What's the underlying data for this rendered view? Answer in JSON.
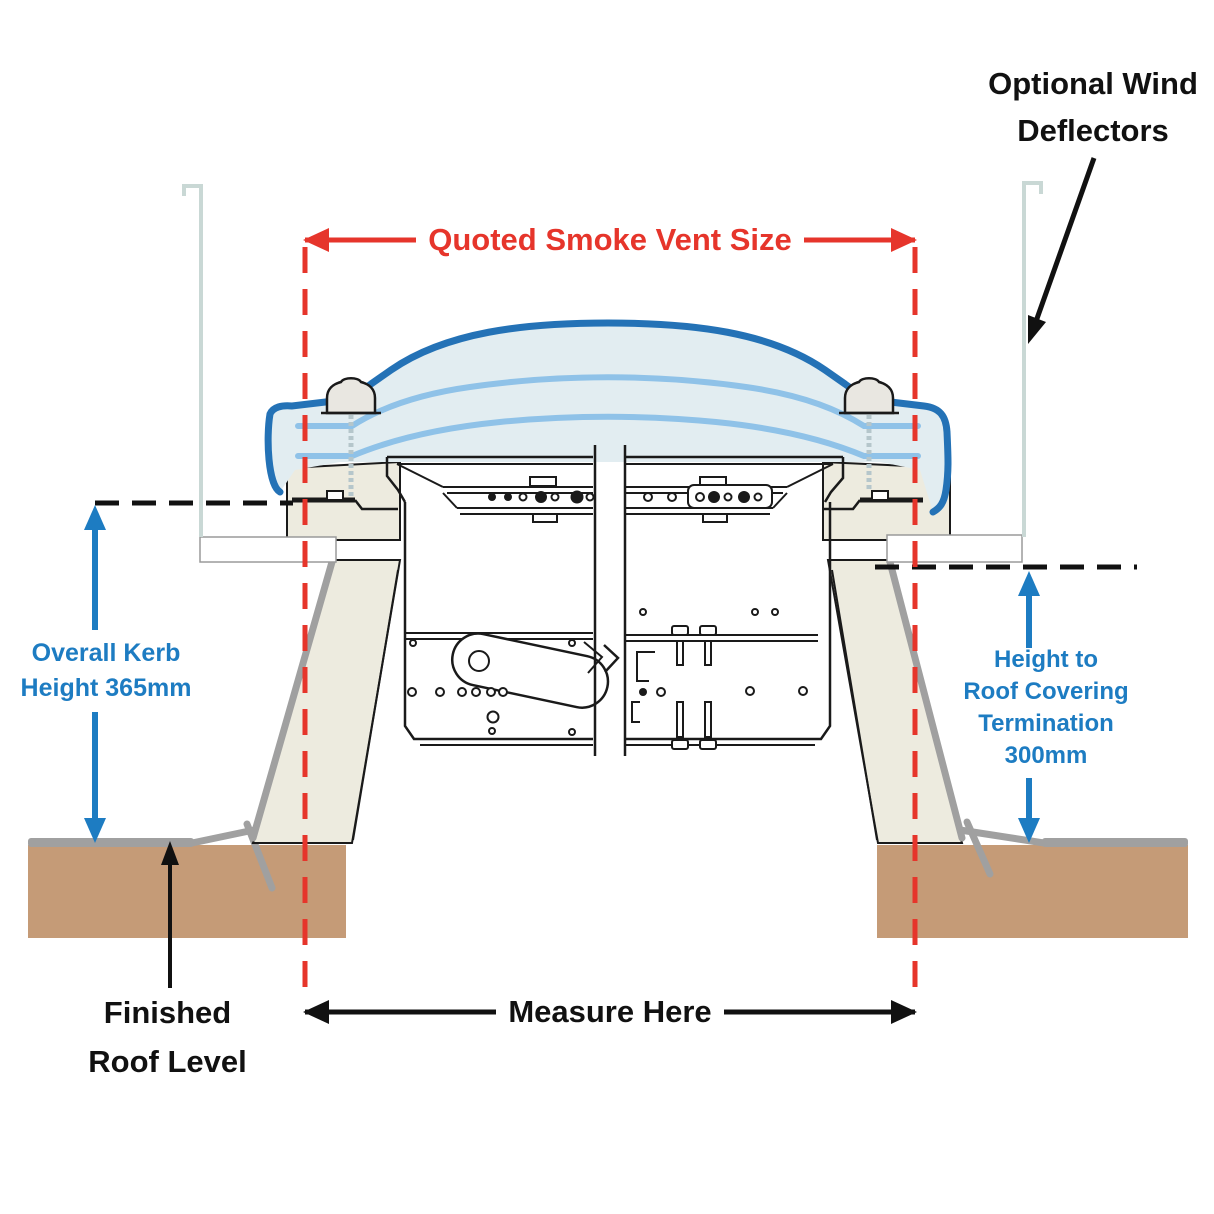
{
  "page": {
    "title": "Smoke vent installation cross-section diagram",
    "background": "#ffffff"
  },
  "labels": {
    "wind_deflectors": {
      "line1": "Optional Wind",
      "line2": "Deflectors"
    },
    "quoted_vent_size": {
      "text": "Quoted Smoke Vent Size"
    },
    "overall_kerb_height": {
      "line1": "Overall Kerb",
      "line2": "Height 365mm"
    },
    "roof_covering_termination": {
      "line1": "Height to",
      "line2": "Roof Covering",
      "line3": "Termination",
      "line4": "300mm"
    },
    "finished_roof_level": {
      "line1": "Finished",
      "line2": "Roof Level"
    },
    "measure_here": {
      "text": "Measure Here"
    }
  },
  "dimensions": {
    "overall_kerb_height_mm": 365,
    "height_to_roof_covering_termination_mm": 300
  },
  "colors": {
    "accent_red": "#e6352b",
    "accent_blue": "#1d7cc2",
    "dome_blue": "#2472b6",
    "glazing_fill": "#e2edf1",
    "glazing_inner": "#8fc2e8",
    "kerb_cream": "#edebdf",
    "roof_tan": "#c59b77",
    "metal_gray": "#a0a0a0",
    "deflector_gray": "#c9d8d5",
    "screw_gray": "#b5c6cb",
    "line_black": "#1a1a1a",
    "text_black": "#111111"
  }
}
